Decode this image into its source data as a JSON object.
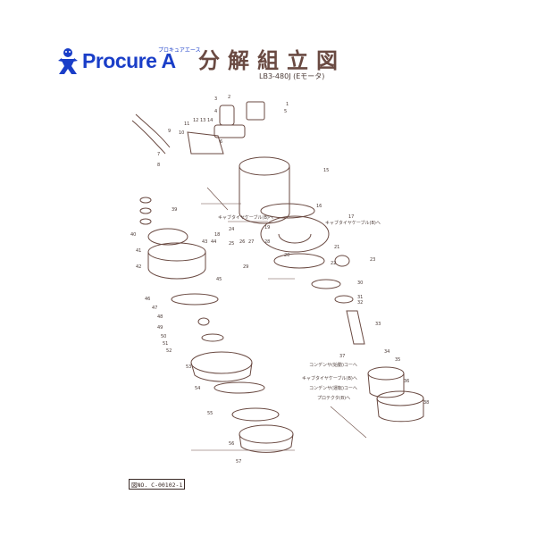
{
  "brand": {
    "name": "Procure A",
    "kana": "プロキュアエース",
    "color": "#1a3ec8"
  },
  "title": "分解組立図",
  "model": "LB3-480J (Eモータ)",
  "doc_number": "図NO. C-00102-1",
  "part_numbers": [
    "1",
    "2",
    "3",
    "4",
    "5",
    "6",
    "7",
    "8",
    "9",
    "10",
    "11",
    "12",
    "13",
    "14",
    "15",
    "16",
    "17",
    "18",
    "19",
    "20",
    "21",
    "22",
    "23",
    "24",
    "25",
    "26",
    "27",
    "28",
    "29",
    "30",
    "31",
    "32",
    "33",
    "34",
    "35",
    "36",
    "37",
    "38",
    "39",
    "40",
    "41",
    "42",
    "43",
    "44",
    "45",
    "46",
    "47",
    "48",
    "49",
    "50",
    "51",
    "52",
    "53",
    "54",
    "55",
    "56",
    "57"
  ],
  "callouts": {
    "cabtyre_1": "キャブタイヤケーブル(B)へ",
    "cabtyre_2": "キャブタイヤケーブル(B)へ",
    "capacitor_1": "コンデンサ(始動)コーへ",
    "capacitor_2": "キャブタイヤケーブル(B)へ",
    "capacitor_3": "コンデンサ(運転)コーへ",
    "protector": "プロテクタ(B)へ"
  },
  "colors": {
    "line": "#6a4a42",
    "text": "#4a3a36"
  }
}
